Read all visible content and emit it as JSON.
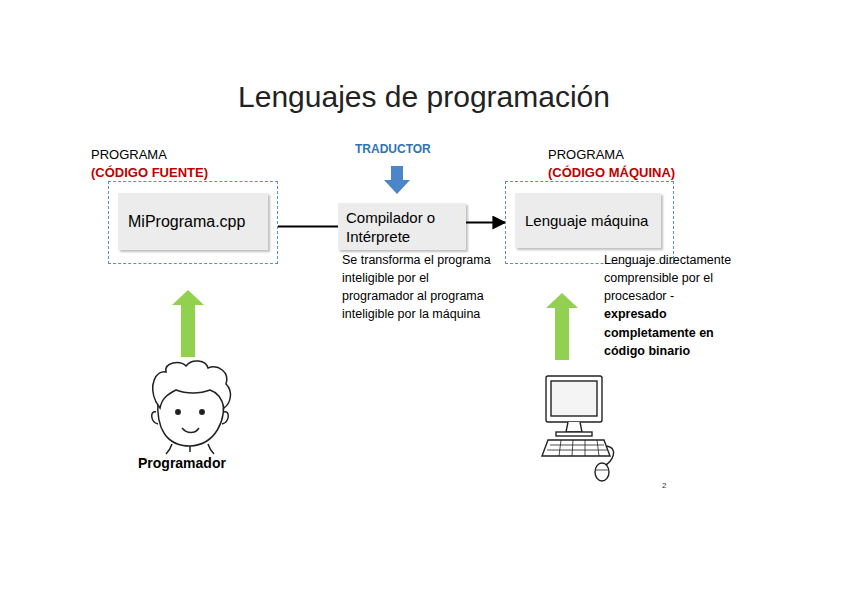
{
  "diagram": {
    "title": "Lenguajes de programación",
    "nodes": [
      {
        "text": [
          "PROGRAMA",
          "(CÓDIGO FUENTE)"
        ]
      },
      {
        "text": [
          "MiPrograma.cpp"
        ],
        "in": 0
      },
      {
        "text": [
          "Compilador o Intérprete"
        ]
      },
      {
        "text": [
          "PROGRAMA",
          "(CÓDIGO MÁQUINA)"
        ]
      },
      {
        "text": [
          "Lenguaje máquina"
        ],
        "in": 3
      }
    ],
    "edges": [
      {
        "from": 0,
        "to": 2,
        "arrow": "none"
      },
      {
        "from": 2,
        "to": 3,
        "arrow": "to"
      }
    ],
    "labels": [
      "TRADUCTOR",
      "Se transforma el programa inteligible por el programador al programa inteligible por la máquina",
      "Lenguaje directamente comprensible por el procesador -",
      "expresado completamente en código binario",
      "Programador",
      "2"
    ]
  }
}
